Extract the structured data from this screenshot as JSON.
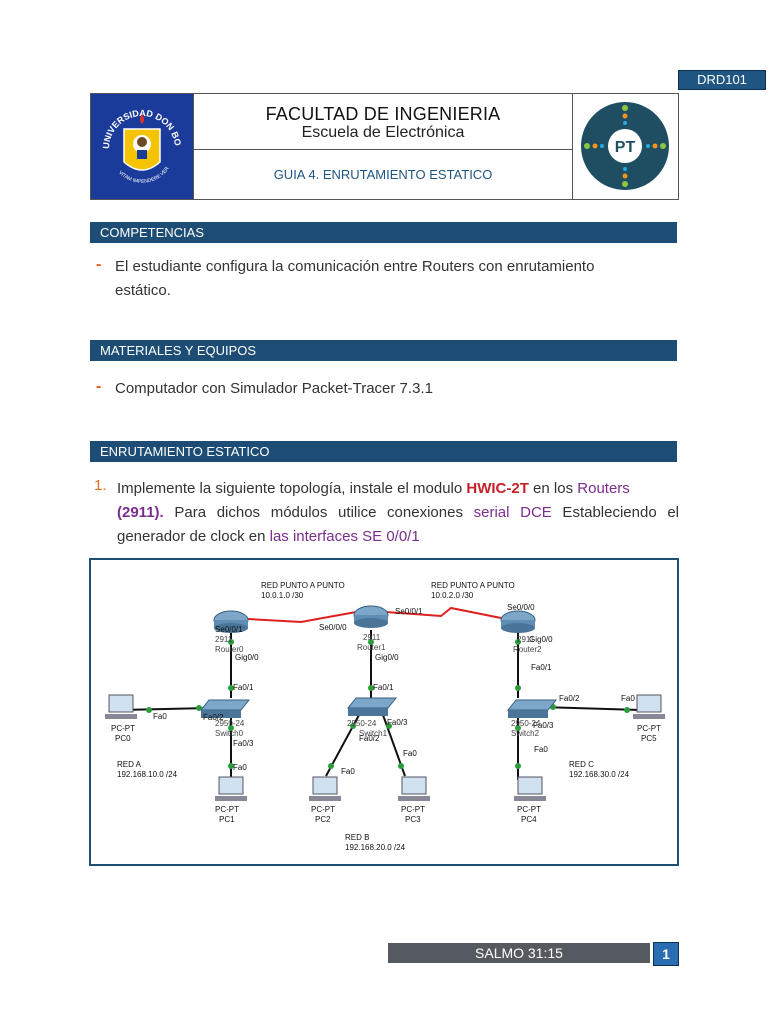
{
  "doc_code": "DRD101",
  "header": {
    "title": "FACULTAD DE INGENIERIA",
    "subtitle": "Escuela de Electrónica",
    "guide": "GUIA 4. ENRUTAMIENTO ESTATICO",
    "logo_left_text": "UNIVERSIDAD DON BOSCO",
    "logo_left_motto": "VITAM IMPENDERE VERO",
    "logo_right_text": "PT"
  },
  "sections": {
    "competencias": "COMPETENCIAS",
    "materiales": "MATERIALES Y EQUIPOS",
    "enrutamiento": "ENRUTAMIENTO ESTATICO"
  },
  "competencias_text_1": "El estudiante configura la comunicación entre Routers con enrutamiento",
  "competencias_text_2": "estático.",
  "materiales_text": "Computador con Simulador Packet-Tracer 7.3.1",
  "step1": {
    "number": "1.",
    "p1": "Implemente la siguiente topología, instale el modulo ",
    "hwic": "HWIC-2T",
    "p2": " en los ",
    "routers": "Routers",
    "model": "(2911).",
    "p3": " Para dichos módulos utilice conexiones ",
    "serial": "serial DCE",
    "p4": " Estableciendo el generador de clock en ",
    "interfaces": "las interfaces SE 0/0/1"
  },
  "diagram": {
    "red_p2p_1": "RED PUNTO A PUNTO",
    "red_p2p_1_net": "10.0.1.0 /30",
    "red_p2p_2": "RED PUNTO A PUNTO",
    "red_p2p_2_net": "10.0.2.0 /30",
    "r0_se001": "Se0/0/1",
    "r0_model": "2911",
    "r0_name": "Router0",
    "r0_gig": "Gig0/0",
    "r1_se000": "Se0/0/0",
    "r1_se001": "Se0/0/1",
    "r1_model": "2911",
    "r1_name": "Router1",
    "r1_gig": "Gig0/0",
    "r2_se000": "Se0/0/0",
    "r2_model": "2911",
    "r2_name": "Router2",
    "r2_gig": "Gig0/0",
    "sw0_fa01": "Fa0/1",
    "sw0_fa02": "Fa0/2",
    "sw0_fa03": "Fa0/3",
    "sw0_model": "2950-24",
    "sw0_name": "Switch0",
    "sw1_fa01": "Fa0/1",
    "sw1_fa02": "Fa0/2",
    "sw1_fa03": "Fa0/3",
    "sw1_model": "2950-24",
    "sw1_name": "Switch1",
    "sw2_fa01": "Fa0/1",
    "sw2_fa02": "Fa0/2",
    "sw2_fa03": "Fa0/3",
    "sw2_model": "2950-24",
    "sw2_name": "Switch2",
    "pc_type": "PC-PT",
    "pc0": "PC0",
    "pc1": "PC1",
    "pc2": "PC2",
    "pc3": "PC3",
    "pc4": "PC4",
    "pc5": "PC5",
    "fa0": "Fa0",
    "red_a": "RED A",
    "red_a_net": "192.168.10.0 /24",
    "red_b": "RED B",
    "red_b_net": "192.168.20.0 /24",
    "red_c": "RED C",
    "red_c_net": "192.168.30.0 /24"
  },
  "footer": {
    "verse": "SALMO   31:15",
    "page": "1"
  }
}
